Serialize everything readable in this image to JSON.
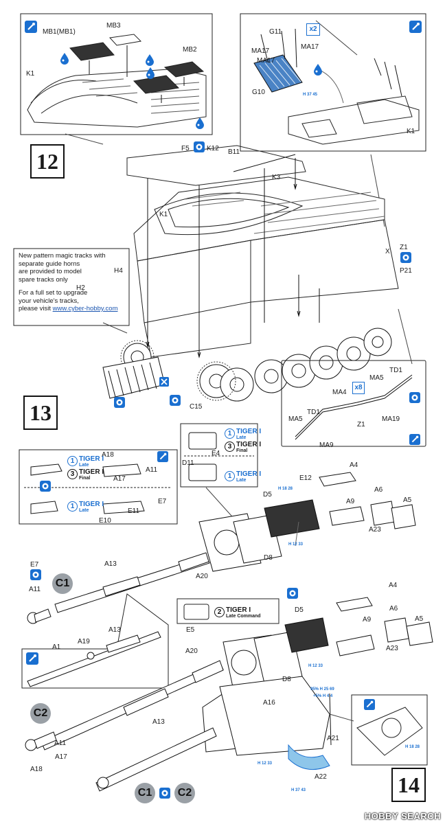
{
  "steps": {
    "s12": "12",
    "s13": "13",
    "s14": "14"
  },
  "labels": {
    "mb1": "MB1(MB1)",
    "mb3": "MB3",
    "mb2": "MB2",
    "k1a": "K1",
    "g11": "G11",
    "ma17a": "MA17",
    "ma17b": "MA17",
    "ma17c": "MA17",
    "g10": "G10",
    "k1b": "K1",
    "f5": "F5",
    "k12": "K12",
    "b11": "B11",
    "k3": "K3",
    "k1c": "K1",
    "x": "X",
    "z1a": "Z1",
    "p21": "P21",
    "h2": "H2",
    "h4": "H4",
    "c15": "C15",
    "td1a": "TD1",
    "ma5a": "MA5",
    "ma4": "MA4",
    "ma19": "MA19",
    "z1b": "Z1",
    "ma5b": "MA5",
    "td1b": "TD1",
    "ma9": "MA9",
    "a18a": "A18",
    "a17a": "A17",
    "a11a": "A11",
    "e7a": "E7",
    "e11": "E11",
    "e10": "E10",
    "e4": "E4",
    "d11": "D11",
    "a4a": "A4",
    "e12": "E12",
    "d5a": "D5",
    "a9a": "A9",
    "a6a": "A6",
    "a5a": "A5",
    "a23a": "A23",
    "d8a": "D8",
    "e7b": "E7",
    "a11b": "A11",
    "a13a": "A13",
    "a20a": "A20",
    "a13b": "A13",
    "a1": "A1",
    "a19": "A19",
    "e5": "E5",
    "a4b": "A4",
    "d5b": "D5",
    "a9b": "A9",
    "a6b": "A6",
    "a5b": "A5",
    "a23b": "A23",
    "d8b": "D8",
    "a20b": "A20",
    "a16": "A16",
    "a13c": "A13",
    "a11c": "A11",
    "a17b": "A17",
    "a18b": "A18",
    "a21": "A21",
    "a22": "A22"
  },
  "badges": {
    "c1": "C1",
    "c2": "C2",
    "c1b": "C1",
    "c2b": "C2"
  },
  "counts": {
    "x2": "x2",
    "x8": "x8"
  },
  "note": {
    "l1": "New pattern magic tracks with",
    "l2": "separate guide horns",
    "l3": "are provided to model",
    "l4": "spare tracks only",
    "l5": "For a full set to upgrade",
    "l6": "your vehicle's tracks,",
    "l7": "please visit",
    "link": "www.cyber-hobby.com"
  },
  "versions": {
    "v1_num": "1",
    "v1_name": "TIGER I",
    "v1_sub": "Late",
    "v3_num": "3",
    "v3_name": "TIGER I",
    "v3_sub": "Final",
    "v1b_num": "1",
    "v1b_name": "TIGER I",
    "v1b_sub": "Late",
    "v1c_num": "1",
    "v1c_name": "TIGER I",
    "v1c_sub": "Late",
    "v3c_num": "3",
    "v3c_name": "TIGER I",
    "v3c_sub": "Final",
    "v1d_num": "1",
    "v1d_name": "TIGER I",
    "v1d_sub": "Late",
    "v2_num": "2",
    "v2_name": "TIGER I",
    "v2_sub": "Late Command"
  },
  "paint": {
    "p1": "H 37 45",
    "p2": "H 18 28",
    "p3": "H 12 33",
    "p4": "H 12 33",
    "p5a": "95% H 25 69",
    "p5b": "+5% H 4 4",
    "p6": "H 12 33",
    "p7": "H 37 43",
    "p8": "H 18 28"
  },
  "watermark": "HOBBY SEARCH",
  "colors": {
    "accent": "#1a6fd0",
    "badge_gray": "#9aa0a6",
    "line": "#222222"
  }
}
